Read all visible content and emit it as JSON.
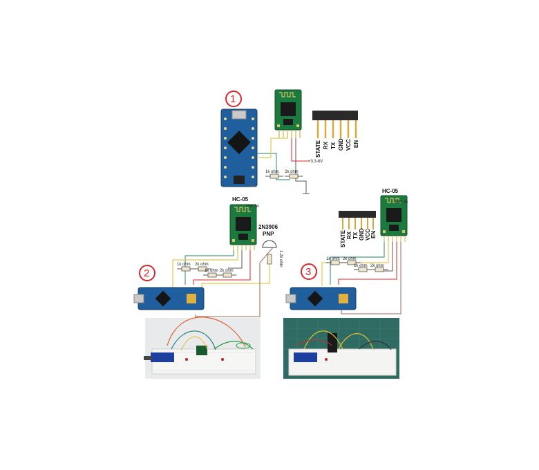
{
  "steps": [
    "1",
    "2",
    "3"
  ],
  "module": {
    "name": "HC-05",
    "pin_label": "PIN 34"
  },
  "resistors": {
    "r1": "1k ohm",
    "r2": "2k ohm"
  },
  "supply": "+3.3-6V",
  "transistor": {
    "part": "2N3906",
    "type": "PNP",
    "base_resistor": "1.2k ohm"
  },
  "header_pins": [
    "STATE",
    "RX",
    "TX",
    "GND",
    "VCC",
    "EN"
  ],
  "colors": {
    "board_blue": "#1f5f9e",
    "module_green": "#1b7a3e",
    "step_red": "#d8262b",
    "wire_yellow": "#e6c84a",
    "wire_teal": "#4a9a8a",
    "wire_brown": "#9a6a55"
  }
}
